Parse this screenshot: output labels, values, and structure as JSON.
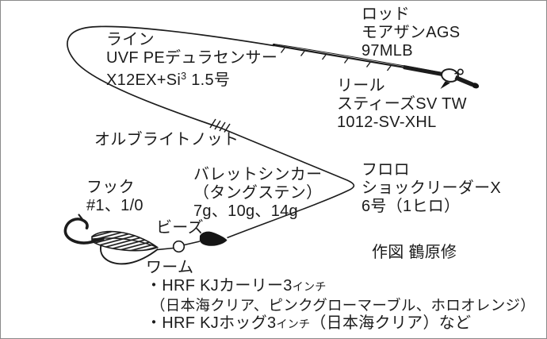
{
  "rod": {
    "label": "ロッド",
    "line2": "モアザンAGS",
    "line3": "97MLB"
  },
  "line": {
    "label": "ライン",
    "line2": "UVF PEデュラセンサー",
    "line3_pre": "X12EX+Si",
    "line3_sup": "3",
    "line3_post": " 1.5号"
  },
  "reel": {
    "label": "リール",
    "line2": "スティーズSV TW",
    "line3": "1012-SV-XHL"
  },
  "knot": {
    "label": "オルブライトノット"
  },
  "hook": {
    "label": "フック",
    "line2": "#1、1/0"
  },
  "sinker": {
    "label": "バレットシンカー",
    "line2": "（タングステン）",
    "line3": "7g、10g、14g"
  },
  "leader": {
    "label": "フロロ",
    "line2": "ショックリーダーX",
    "line3": "6号（1ヒロ）"
  },
  "beads": {
    "label": "ビーズ"
  },
  "worm": {
    "label": "ワーム",
    "item1_main": "・HRF KJカーリー3",
    "item1_unit": "インチ",
    "item1_colors": "（日本海クリア、ピンクグローマーブル、ホロオレンジ）",
    "item2_main": "・HRF KJホッグ3",
    "item2_unit": "インチ",
    "item2_rest": "（日本海クリア）など"
  },
  "credit": {
    "label": "作図 鶴原修"
  },
  "colors": {
    "ink": "#1c1c1c",
    "background": "#ffffff",
    "frame": "#8a8a8a"
  }
}
